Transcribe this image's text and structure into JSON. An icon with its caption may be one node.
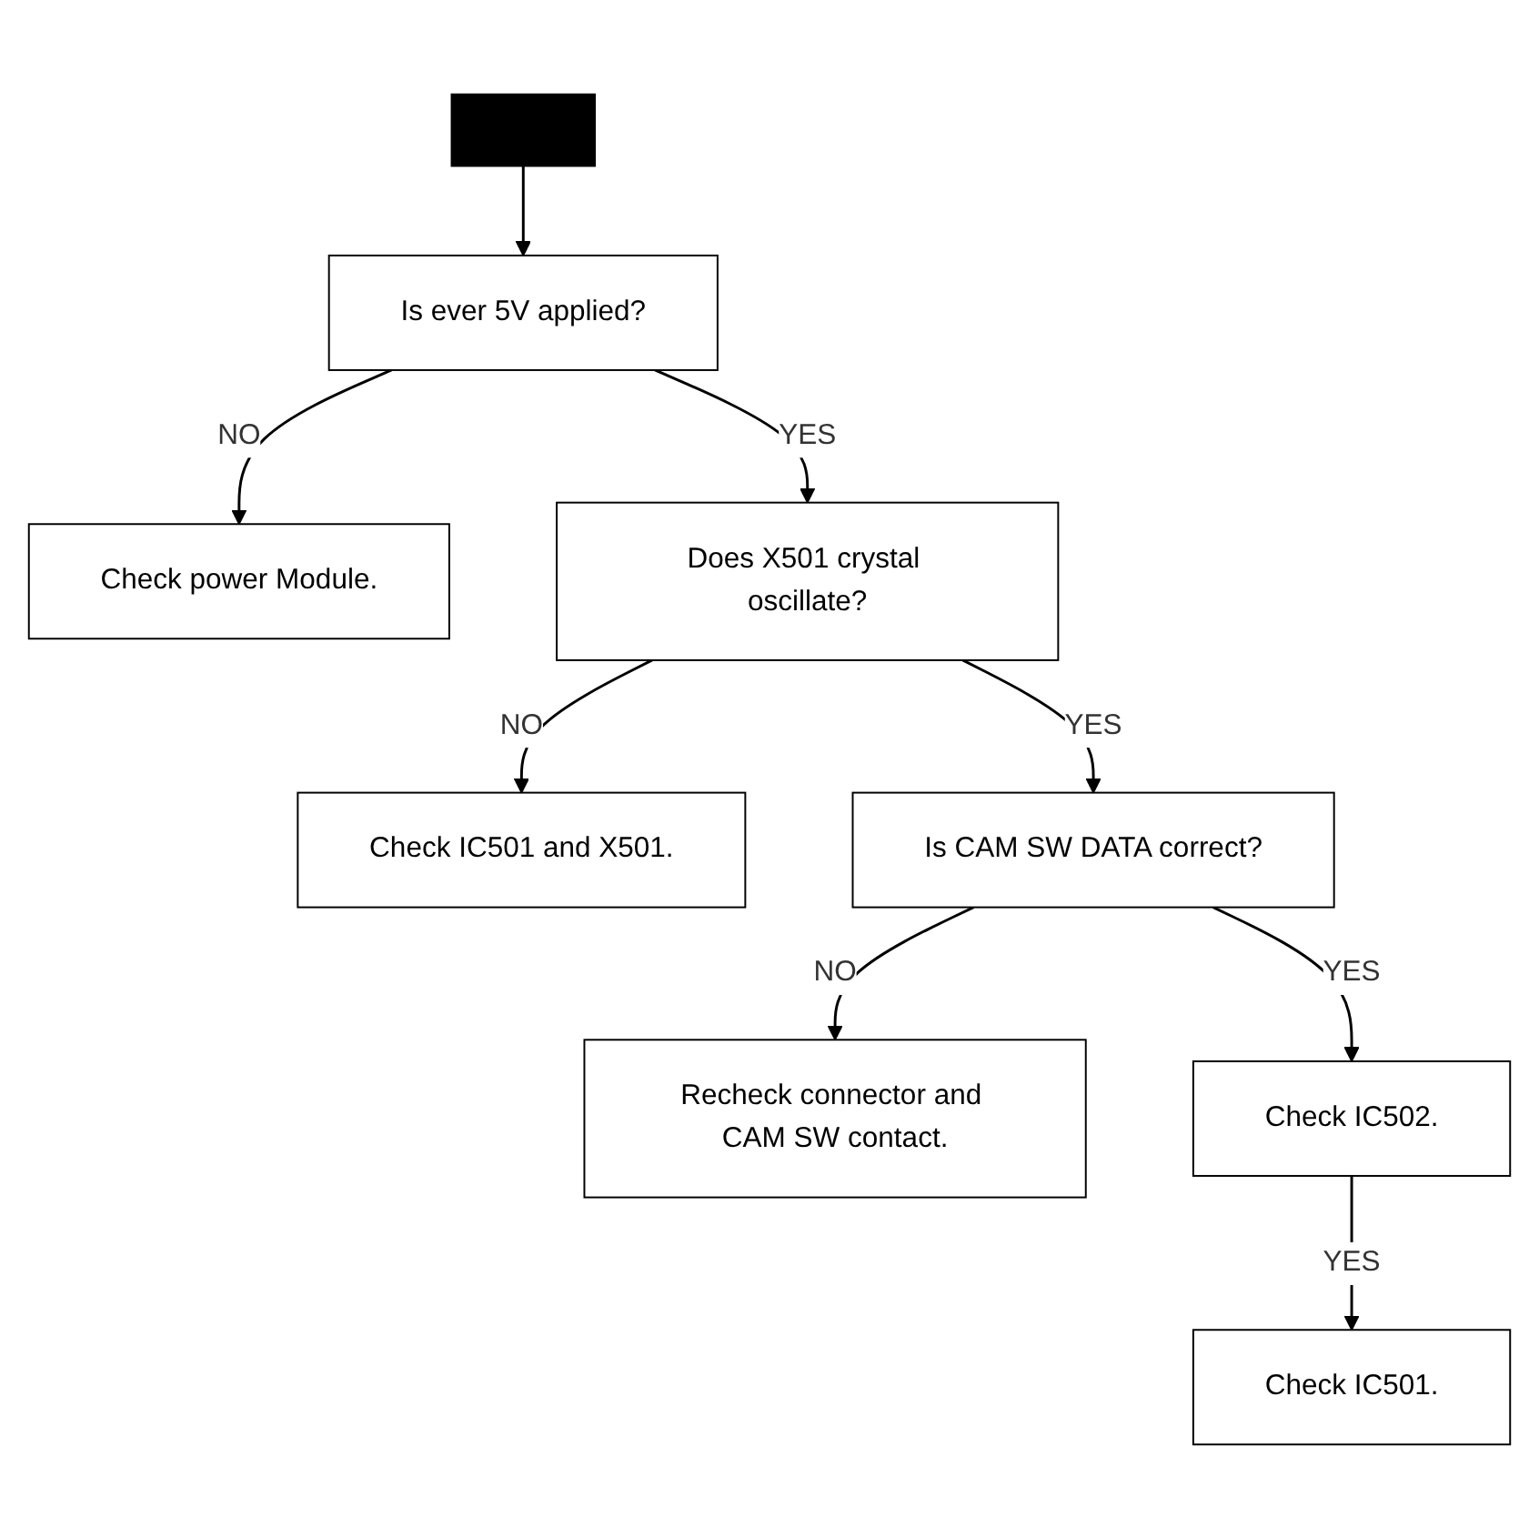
{
  "diagram": {
    "nodes": [
      {
        "text": [],
        "shape": "bar"
      },
      {
        "text": [
          "Is ever 5V applied?"
        ]
      },
      {
        "text": [
          "Check power Module."
        ]
      },
      {
        "text": [
          "Does X501 crystal oscillate?"
        ]
      },
      {
        "text": [
          "Check IC501 and X501."
        ]
      },
      {
        "text": [
          "Is CAM SW DATA correct?"
        ]
      },
      {
        "text": [
          "Recheck connector and CAM SW contact."
        ]
      },
      {
        "text": [
          "Check IC502."
        ]
      },
      {
        "text": [
          "Check IC501."
        ]
      }
    ],
    "edges": [
      {
        "from": 0,
        "to": 1,
        "arrow": "to"
      },
      {
        "from": 1,
        "to": 2,
        "arrow": "to",
        "label": "NO"
      },
      {
        "from": 1,
        "to": 3,
        "arrow": "to",
        "label": "YES"
      },
      {
        "from": 3,
        "to": 4,
        "arrow": "to",
        "label": "NO"
      },
      {
        "from": 3,
        "to": 5,
        "arrow": "to",
        "label": "YES"
      },
      {
        "from": 5,
        "to": 6,
        "arrow": "to",
        "label": "NO"
      },
      {
        "from": 5,
        "to": 7,
        "arrow": "to",
        "label": "YES"
      },
      {
        "from": 7,
        "to": 8,
        "arrow": "to",
        "label": "YES"
      }
    ]
  }
}
